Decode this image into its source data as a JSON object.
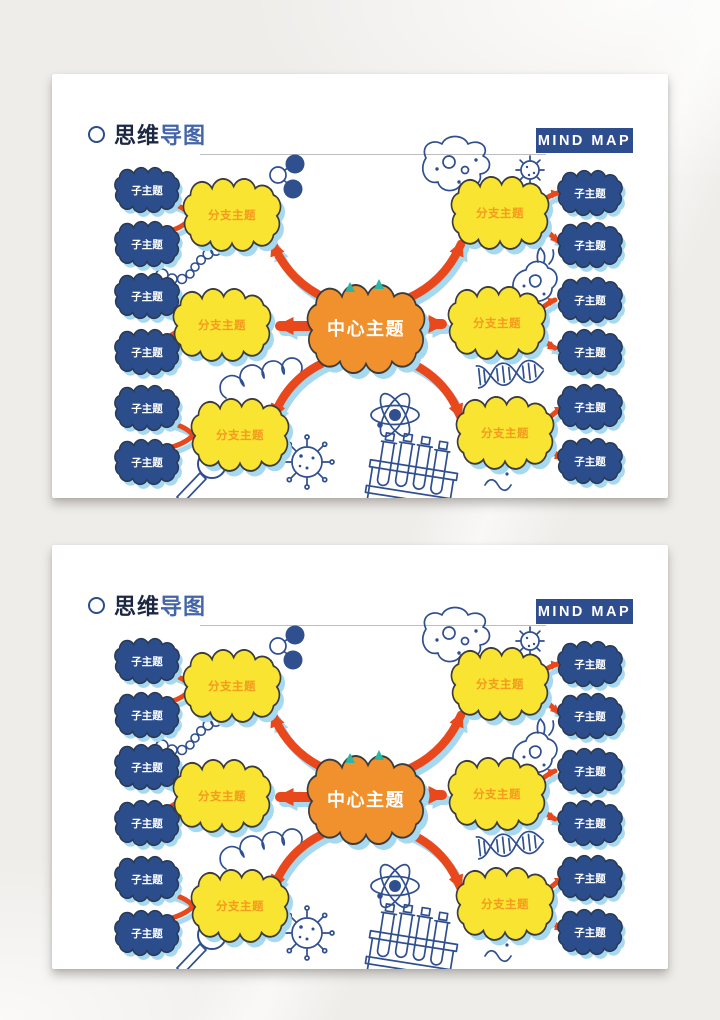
{
  "page": {
    "background": "#efedea",
    "card_count": 2
  },
  "card": {
    "header": {
      "bullet_icon": "circle-outline-icon",
      "title_primary": "思维",
      "title_secondary": "导图",
      "badge": "MIND MAP"
    },
    "mindmap": {
      "center": "中心主题",
      "branches": [
        {
          "label": "分支主题",
          "side": "left-top",
          "children": [
            "子主题",
            "子主题"
          ]
        },
        {
          "label": "分支主题",
          "side": "left-middle",
          "children": [
            "子主题",
            "子主题"
          ]
        },
        {
          "label": "分支主题",
          "side": "left-bottom",
          "children": [
            "子主题",
            "子主题"
          ]
        },
        {
          "label": "分支主题",
          "side": "right-top",
          "children": [
            "子主题",
            "子主题"
          ]
        },
        {
          "label": "分支主题",
          "side": "right-middle",
          "children": [
            "子主题",
            "子主题"
          ]
        },
        {
          "label": "分支主题",
          "side": "right-bottom",
          "children": [
            "子主题",
            "子主题"
          ]
        }
      ]
    },
    "doodles": [
      "molecule-icon",
      "amoeba-icon",
      "virus-small-icon",
      "bubble-chain-icon",
      "bacteria-icon",
      "spiral-icon",
      "atom-icon",
      "dna-icon",
      "virus-large-icon",
      "test-tube-rack-icon",
      "magnifier-icon",
      "worm-dots-icon",
      "sparkle-icon"
    ],
    "colors": {
      "center_fill": "#f0912d",
      "branch_fill": "#f8e431",
      "subtopic_fill": "#2b4d8c",
      "arrow": "#e8481b",
      "node_shadow": "#a6d9f0",
      "badge_bg": "#2e4d8e",
      "branch_text": "#f59b1e",
      "doodle_stroke": "#2f4f8f",
      "sparkle": "#2fb5a3"
    }
  }
}
